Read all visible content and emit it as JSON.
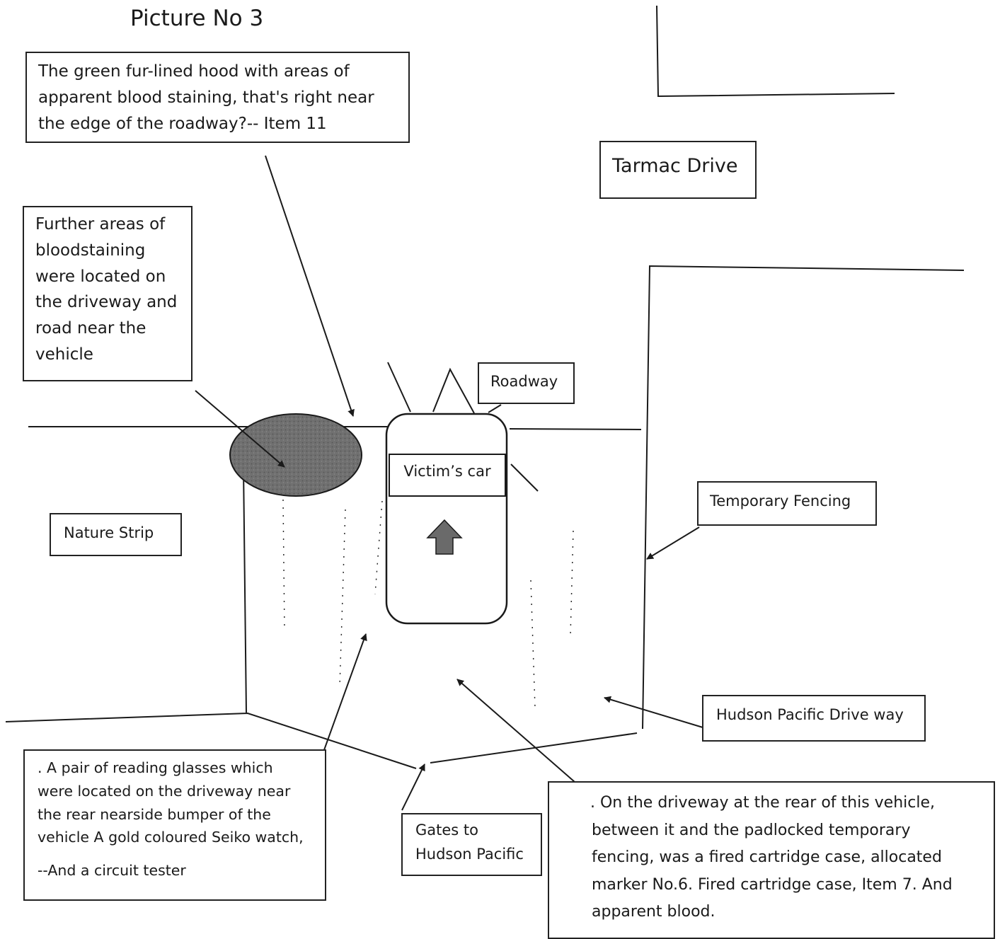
{
  "title": "Picture No 3",
  "labels": {
    "hood": [
      "The green fur-lined hood with areas of",
      "apparent blood staining, that's right near",
      "the edge of the roadway?-- Item 11"
    ],
    "tarmac": "Tarmac Drive",
    "further": [
      "Further areas of",
      "bloodstaining",
      "were located on",
      "the driveway and",
      "road near the",
      "vehicle"
    ],
    "roadway": "Roadway",
    "victims_car": "Victim’s car",
    "fencing": "Temporary Fencing",
    "nature_strip": "Nature Strip",
    "hudson_driveway": "Hudson Pacific Drive way",
    "glasses": [
      ". A pair of reading glasses which",
      "were located on the driveway near",
      "the rear nearside bumper of the",
      "vehicle A gold coloured Seiko watch,",
      "--And a circuit tester"
    ],
    "gates": [
      "Gates to",
      "Hudson Pacific"
    ],
    "cartridge": [
      ". On the driveway at the rear of this vehicle,",
      "between it and the padlocked temporary",
      "fencing, was a fired cartridge case, allocated",
      "marker No.6.  Fired cartridge case, Item 7. And",
      "apparent blood."
    ]
  },
  "colors": {
    "ink": "#1a1a1a",
    "blood": "#6f6f6f",
    "arrow_fill": "#6a6a6a"
  }
}
